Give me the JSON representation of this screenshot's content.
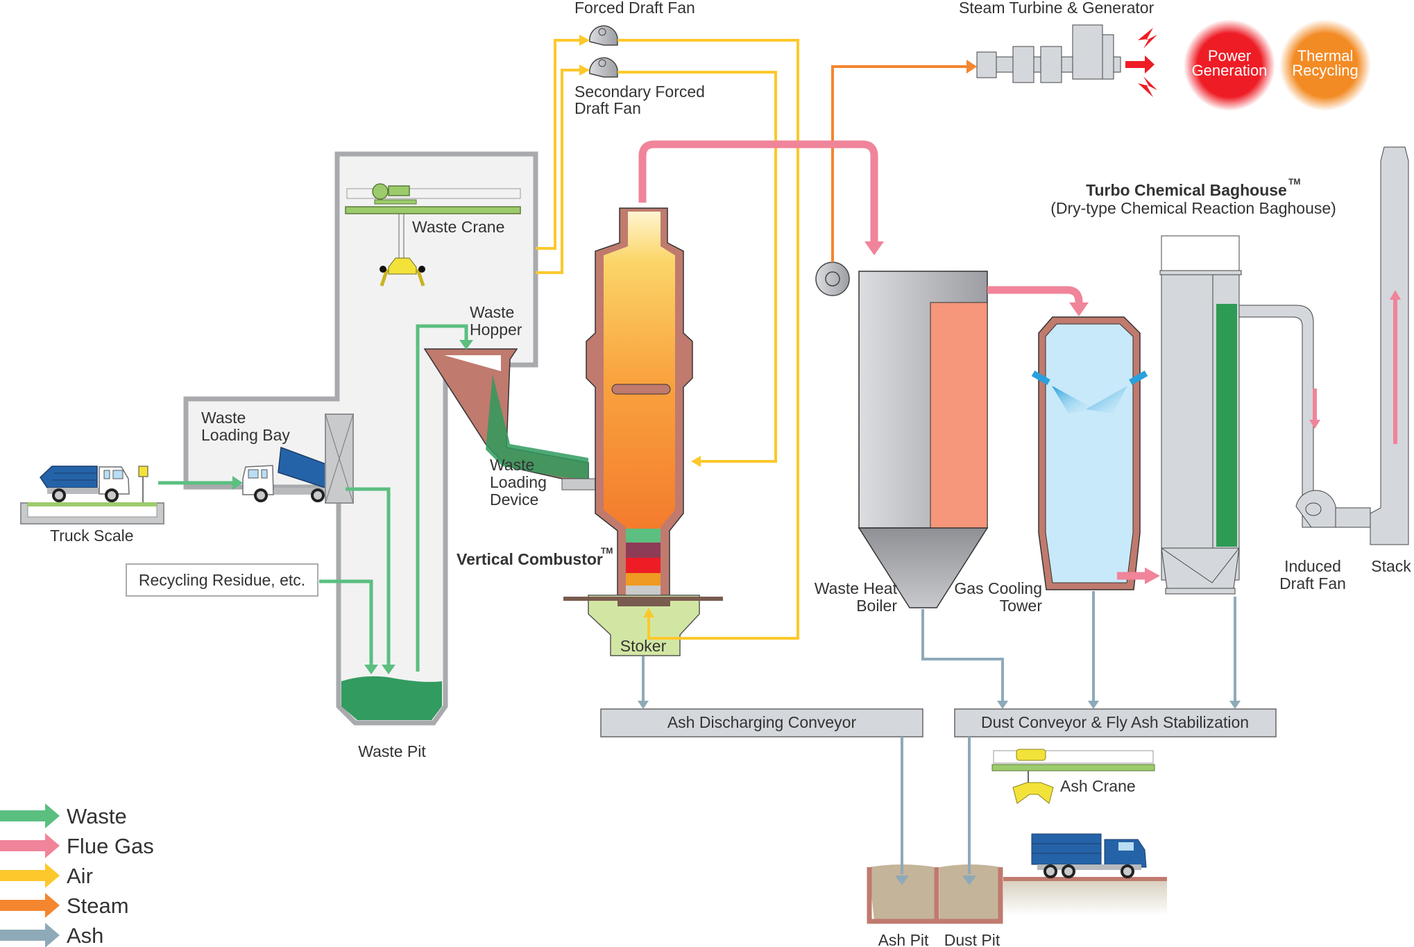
{
  "title": "Waste Incineration Plant Process Flow",
  "colors": {
    "waste": "#5bbf80",
    "flue_gas": "#f0849a",
    "air": "#fcc82c",
    "steam": "#f4862f",
    "ash": "#8eaab8",
    "furnace_wall": "#c07a6e",
    "equipment_gray": "#d4d7dc",
    "building_gray": "#f2f2f2",
    "power_red": "#ee1c25",
    "thermal_orange": "#f38b25"
  },
  "labels": {
    "forced_draft_fan": "Forced Draft Fan",
    "secondary_forced_draft_fan_1": "Secondary Forced",
    "secondary_forced_draft_fan_2": "Draft Fan",
    "steam_turbine": "Steam Turbine & Generator",
    "power_generation_1": "Power",
    "power_generation_2": "Generation",
    "thermal_recycling_1": "Thermal",
    "thermal_recycling_2": "Recycling",
    "waste_crane": "Waste Crane",
    "waste_hopper_1": "Waste",
    "waste_hopper_2": "Hopper",
    "waste_loading_bay_1": "Waste",
    "waste_loading_bay_2": "Loading Bay",
    "truck_scale": "Truck Scale",
    "recycling_residue": "Recycling Residue, etc.",
    "waste_loading_device_1": "Waste",
    "waste_loading_device_2": "Loading",
    "waste_loading_device_3": "Device",
    "vertical_combustor": "Vertical Combustor",
    "trademark": "TM",
    "stoker": "Stoker",
    "waste_pit": "Waste Pit",
    "baghouse_title": "Turbo Chemical Baghouse",
    "baghouse_subtitle": "(Dry-type Chemical Reaction Baghouse)",
    "waste_heat_boiler_1": "Waste Heat",
    "waste_heat_boiler_2": "Boiler",
    "gas_cooling_tower_1": "Gas Cooling",
    "gas_cooling_tower_2": "Tower",
    "induced_draft_fan_1": "Induced",
    "induced_draft_fan_2": "Draft Fan",
    "stack": "Stack",
    "ash_discharging_conveyor": "Ash Discharging Conveyor",
    "dust_conveyor": "Dust Conveyor & Fly Ash Stabilization",
    "ash_crane": "Ash Crane",
    "ash_pit": "Ash Pit",
    "dust_pit": "Dust Pit"
  },
  "legend": [
    {
      "label": "Waste",
      "color": "#5bbf80"
    },
    {
      "label": "Flue Gas",
      "color": "#f0849a"
    },
    {
      "label": "Air",
      "color": "#fcc82c"
    },
    {
      "label": "Steam",
      "color": "#f4862f"
    },
    {
      "label": "Ash",
      "color": "#8eaab8"
    }
  ]
}
